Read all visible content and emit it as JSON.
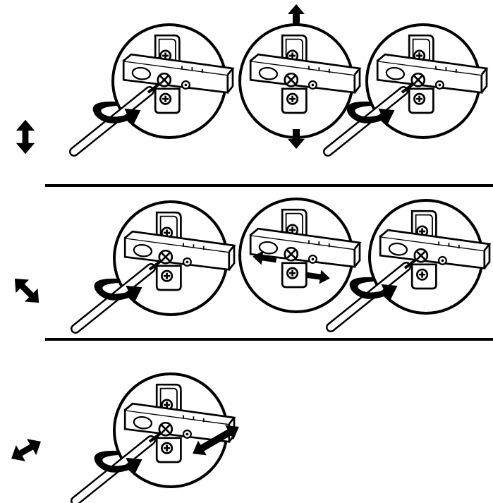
{
  "diagram": {
    "rows": [
      {
        "adjustment": "vertical",
        "direction_icon": "vertical-double-arrow-icon",
        "steps": [
          {
            "screw": "front-screw",
            "tool": "screwdriver",
            "rotation": "counterclockwise",
            "movement": null
          },
          {
            "screw": null,
            "tool": null,
            "rotation": null,
            "movement": "up-down"
          },
          {
            "screw": "front-screw",
            "tool": "screwdriver",
            "rotation": "clockwise",
            "movement": null
          }
        ]
      },
      {
        "adjustment": "lateral",
        "direction_icon": "diagonal-double-arrow-icon",
        "steps": [
          {
            "screw": "front-screw",
            "tool": "screwdriver",
            "rotation": "counterclockwise",
            "movement": null
          },
          {
            "screw": null,
            "tool": null,
            "rotation": null,
            "movement": "left-right"
          },
          {
            "screw": "front-screw",
            "tool": "screwdriver",
            "rotation": "clockwise",
            "movement": null
          }
        ]
      },
      {
        "adjustment": "depth",
        "direction_icon": "diagonal-double-arrow-icon",
        "steps": [
          {
            "screw": "side-screw",
            "tool": "screwdriver",
            "rotation": "counterclockwise",
            "movement": "in-out"
          }
        ]
      }
    ],
    "colors": {
      "line": "#000000",
      "background": "#ffffff"
    }
  }
}
